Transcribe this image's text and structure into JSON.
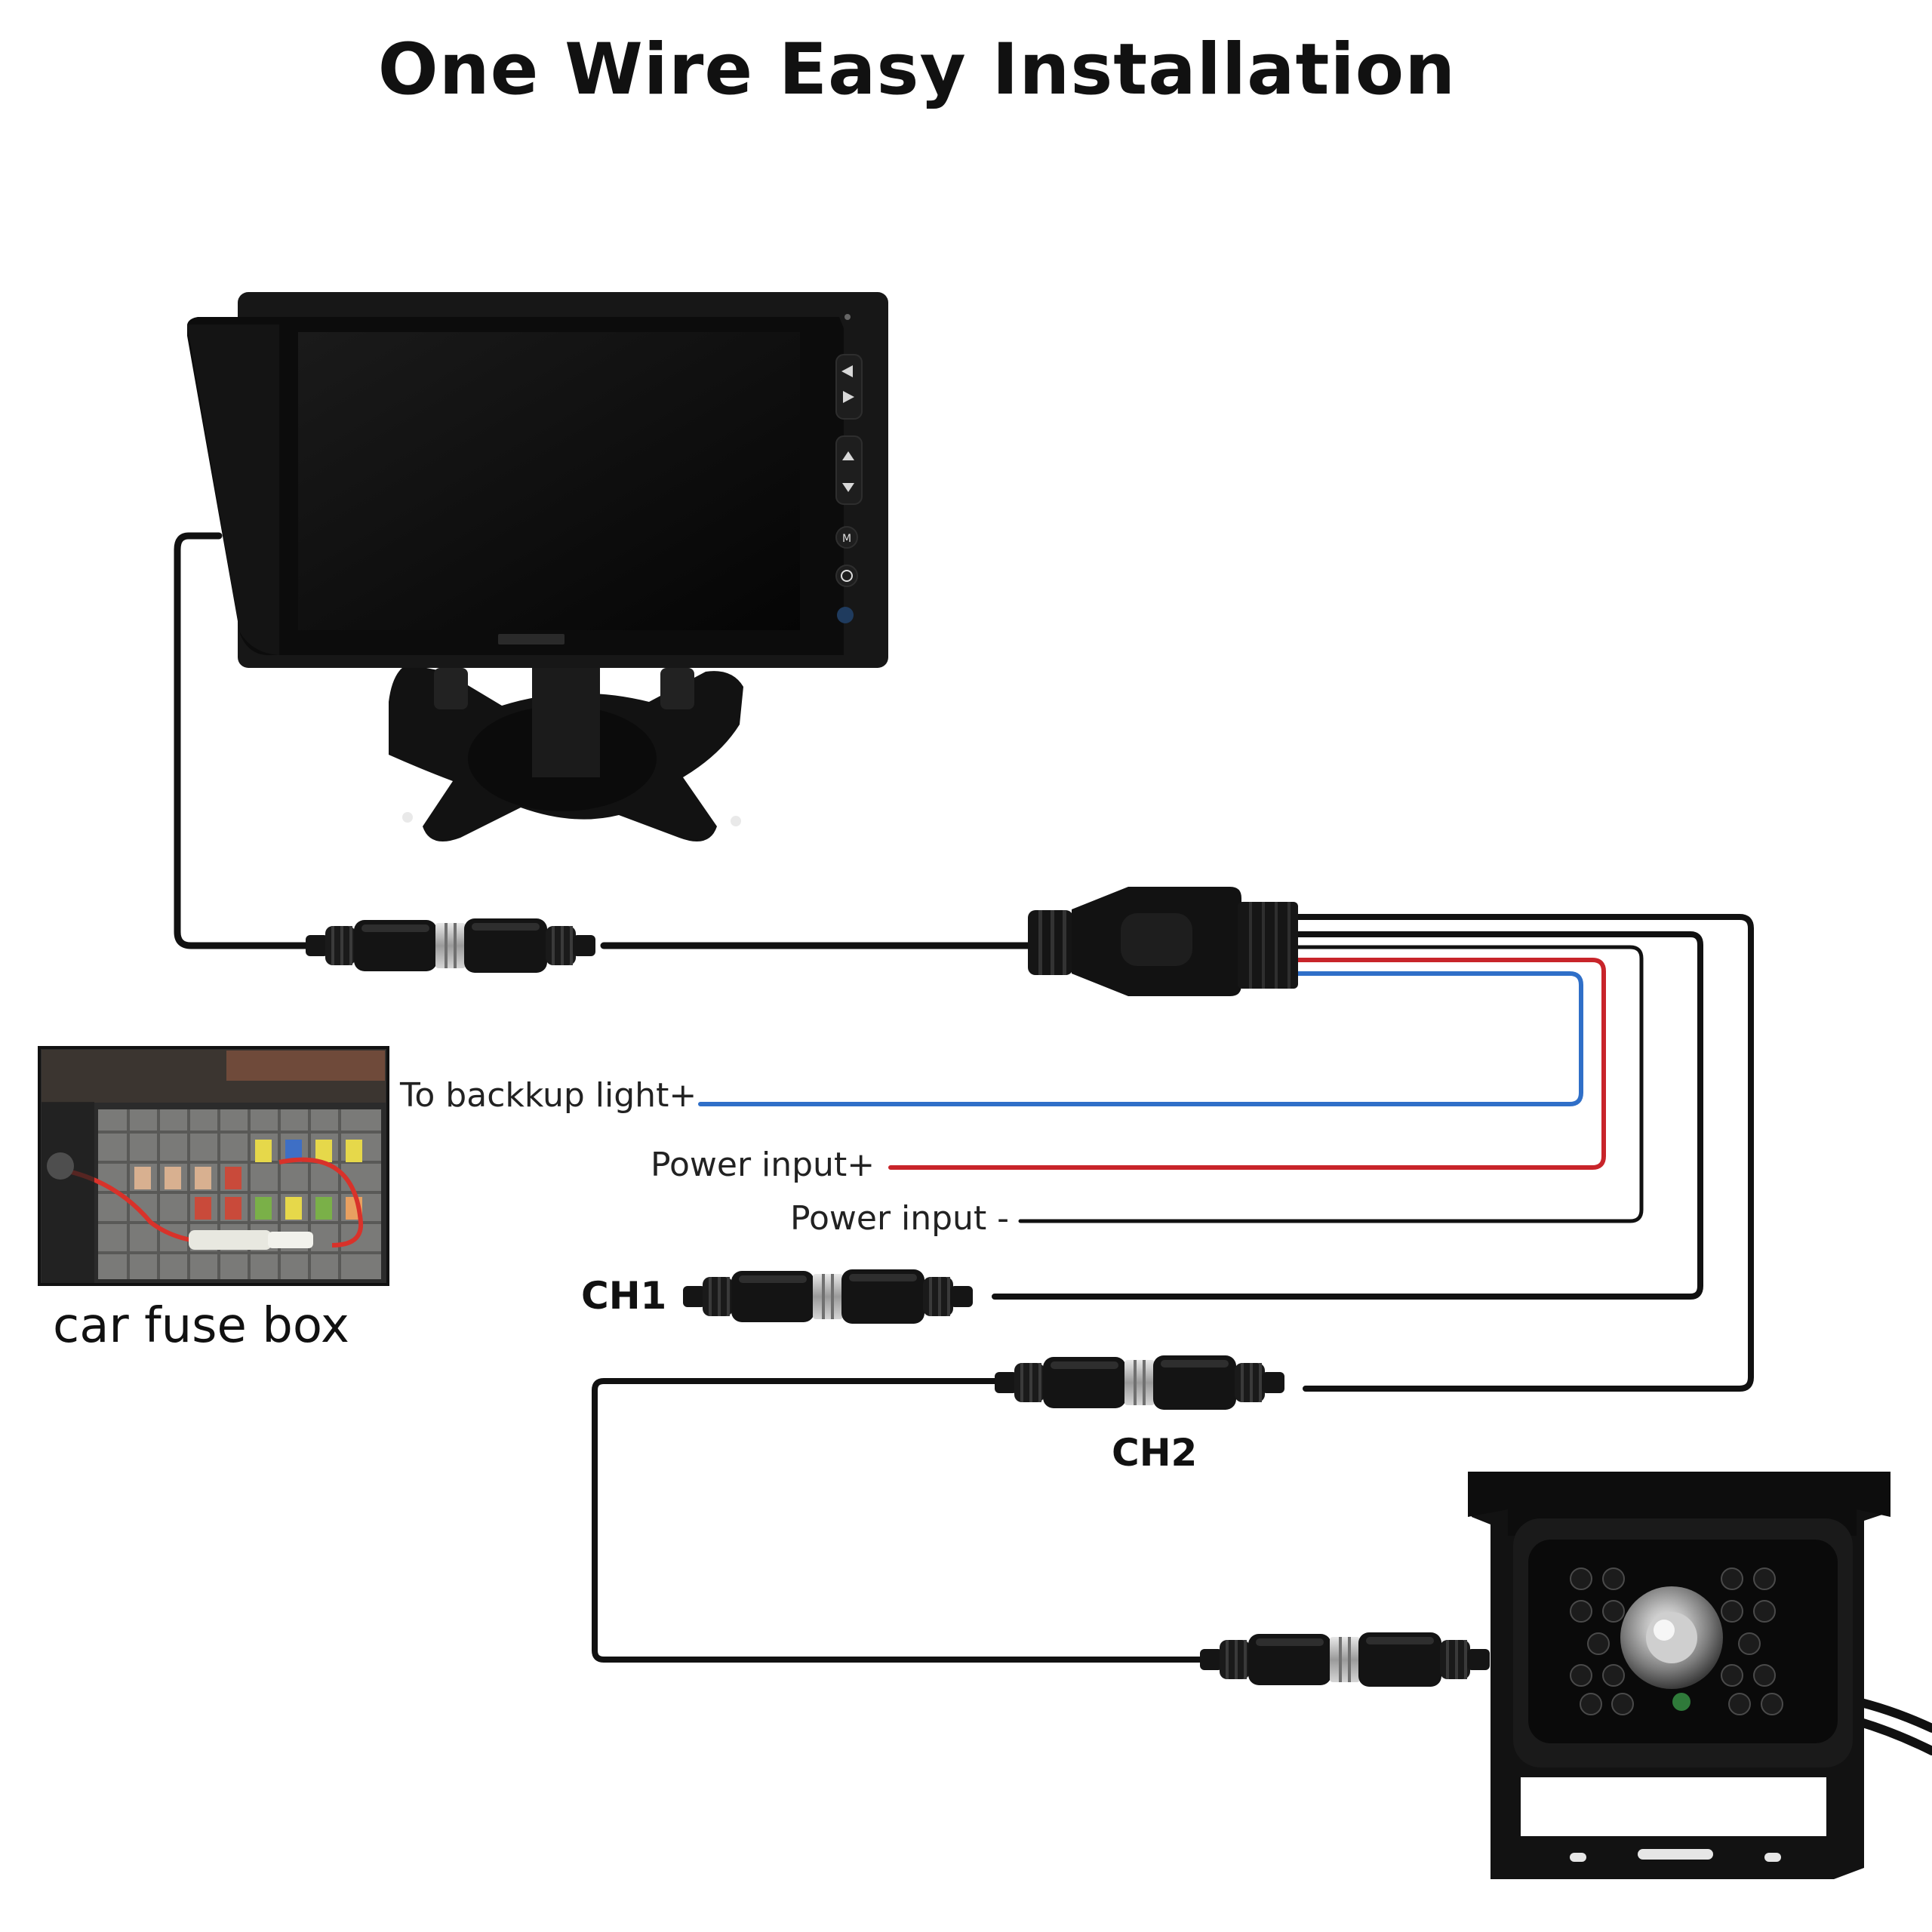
{
  "title": "One Wire Easy Installation",
  "labels": {
    "backup_light": "To backkup light+",
    "power_pos": "Power input+",
    "power_neg": "Power input -",
    "ch1": "CH1",
    "ch2": "CH2",
    "fuse_box": "car fuse box"
  },
  "colors": {
    "backup_wire": "#2f6fc8",
    "power_pos_wire": "#c8242a",
    "power_neg_wire": "#111111",
    "cable": "#111111"
  },
  "icons": {
    "monitor": "monitor-icon",
    "camera": "backup-camera-icon",
    "fuse_box": "fuse-box-photo",
    "connector": "aviation-connector-icon"
  }
}
